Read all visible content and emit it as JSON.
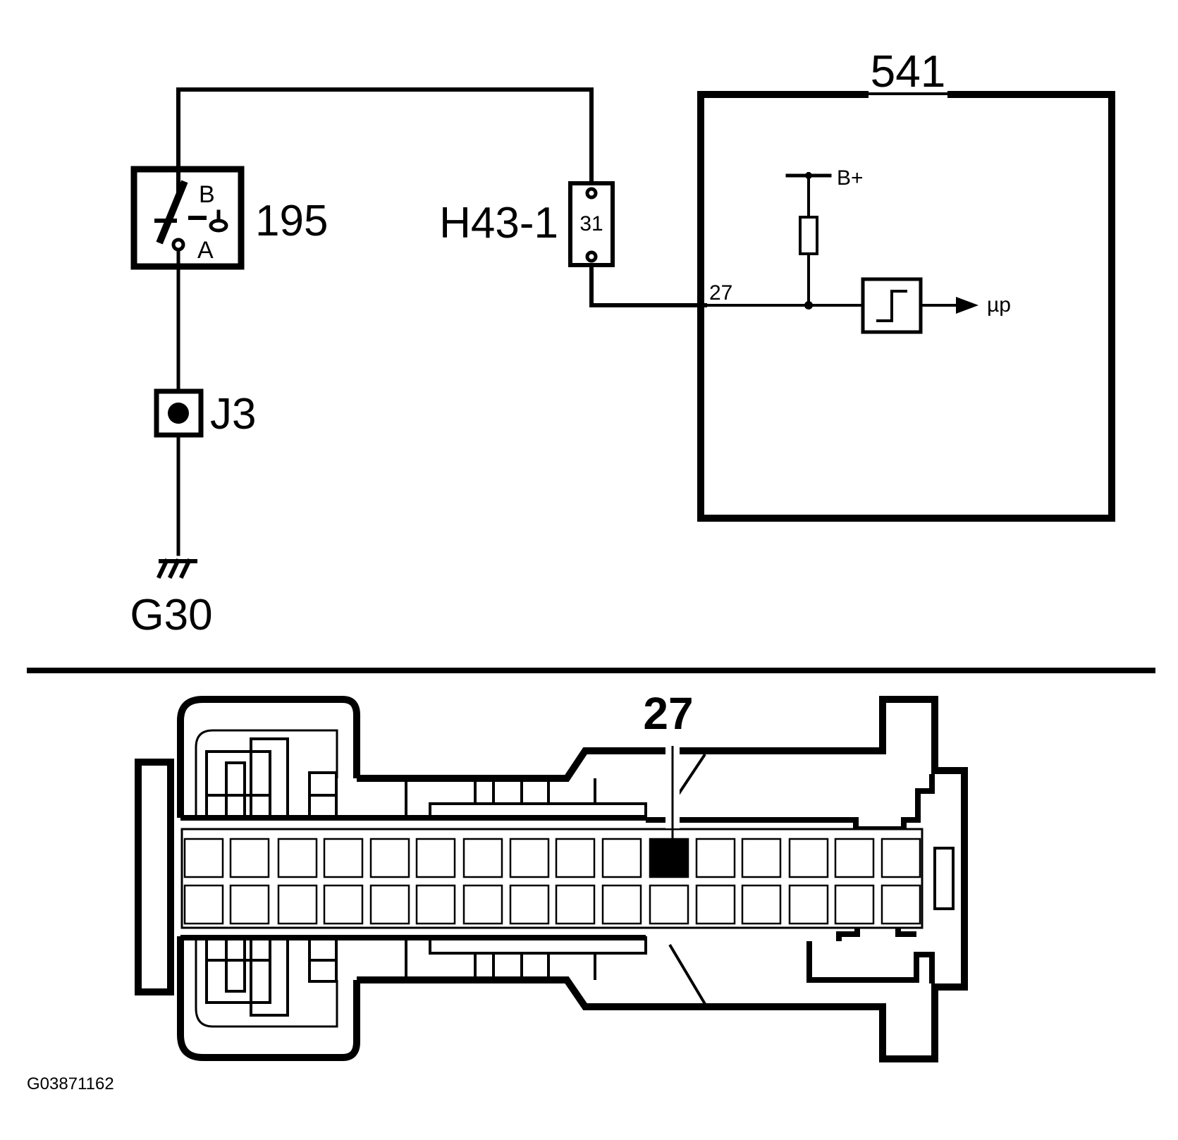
{
  "schematic": {
    "module_541": {
      "label": "541",
      "pin_label": "27",
      "supply_label": "B+",
      "output_label": "µp"
    },
    "switch_195": {
      "label": "195",
      "terminal_b": "B",
      "terminal_a": "A"
    },
    "connector_h43": {
      "label": "H43-1",
      "pin": "31"
    },
    "splice_j3": {
      "label": "J3"
    },
    "ground_g30": {
      "label": "G30"
    }
  },
  "connector_face": {
    "highlight_pin_label": "27",
    "rows": 2,
    "pins_per_row": 16,
    "highlighted": {
      "row": 1,
      "index": 11
    }
  },
  "footer": {
    "image_id": "G03871162"
  }
}
